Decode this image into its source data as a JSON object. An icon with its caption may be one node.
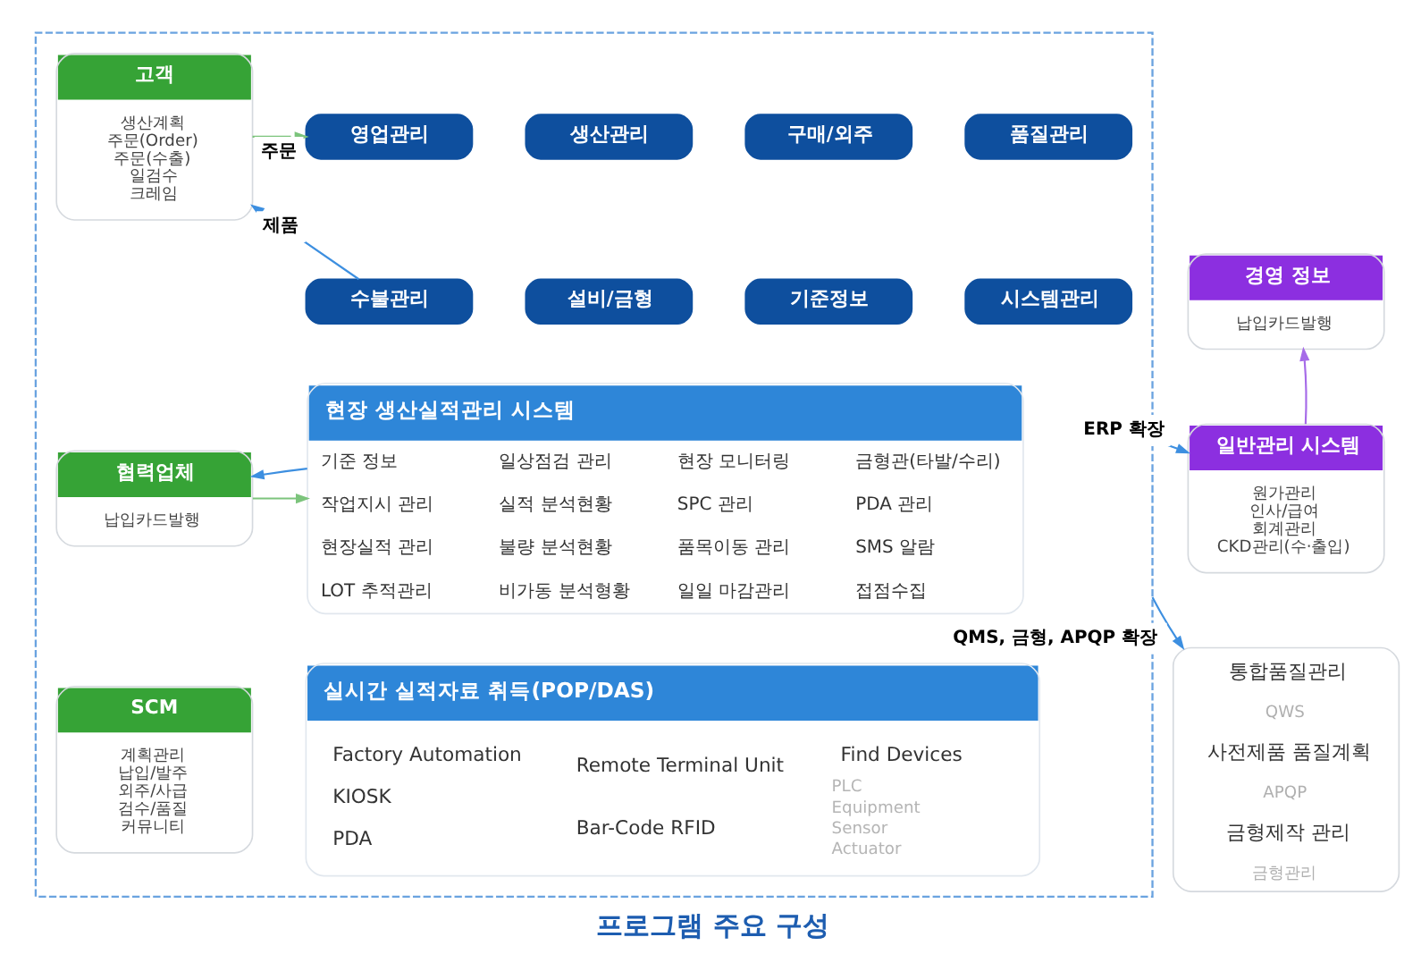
{
  "diagram": {
    "caption": "프로그램 주요 구성",
    "nodes": [
      {
        "text": [],
        "shape": "box"
      },
      {
        "text": [
          "고객",
          "생산계획",
          "주문(Order)",
          "주문(수출)",
          "일검수",
          "크레임"
        ],
        "in": 0
      },
      {
        "text": [
          "협력업체",
          "납입카드발행"
        ],
        "in": 0
      },
      {
        "text": [
          "SCM",
          "계획관리",
          "납입/발주",
          "외주/사급",
          "검수/품질",
          "커뮤니티"
        ],
        "in": 0
      },
      {
        "text": [
          "영업관리"
        ],
        "in": 0
      },
      {
        "text": [
          "생산관리"
        ],
        "in": 0
      },
      {
        "text": [
          "구매/외주"
        ],
        "in": 0
      },
      {
        "text": [
          "품질관리"
        ],
        "in": 0
      },
      {
        "text": [
          "수불관리"
        ],
        "in": 0
      },
      {
        "text": [
          "설비/금형"
        ],
        "in": 0
      },
      {
        "text": [
          "기준정보"
        ],
        "in": 0
      },
      {
        "text": [
          "시스템관리"
        ],
        "in": 0
      },
      {
        "text": [
          "현장 생산실적관리 시스템",
          "기준 정보",
          "일상점검 관리",
          "현장 모니터링",
          "금형관(타발/수리)",
          "작업지시 관리",
          "실적 분석현황",
          "SPC 관리",
          "PDA 관리",
          "현장실적 관리",
          "불량 분석현황",
          "품목이동 관리",
          "SMS 알람",
          "LOT 추적관리",
          "비가동 분석형황",
          "일일 마감관리",
          "접점수집"
        ],
        "in": 0
      },
      {
        "text": [
          "실시간 실적자료 취득(POP/DAS)",
          "Factory Automation",
          "KIOSK",
          "PDA",
          "Remote Terminal Unit",
          "Bar-Code RFID",
          "Find Devices",
          "PLC",
          "Equipment",
          "Sensor",
          "Actuator"
        ],
        "in": 0
      },
      {
        "text": [
          "경영 정보",
          "납입카드발행"
        ]
      },
      {
        "text": [
          "일반관리 시스템",
          "원가관리",
          "인사/급여",
          "회계관리",
          "CKD관리(수·출입)"
        ]
      },
      {
        "text": [
          "통합품질관리",
          "QWS",
          "사전제품 품질계획",
          "APQP",
          "금형제작 관리",
          "금형관리"
        ]
      }
    ],
    "edges": [
      {
        "from": 1,
        "to": 4,
        "arrow": "to",
        "label": "주문",
        "color": "#7cc47c"
      },
      {
        "from": 8,
        "to": 1,
        "arrow": "to",
        "label": "제품"
      },
      {
        "from": 2,
        "to": 12,
        "arrow": "to",
        "color": "#7cc47c"
      },
      {
        "from": 12,
        "to": 2,
        "arrow": "to"
      },
      {
        "from": 15,
        "to": 14,
        "arrow": "to",
        "color": "#a66be8"
      },
      {
        "from": 0,
        "to": 15,
        "arrow": "to",
        "label": "ERP 확장"
      },
      {
        "from": 0,
        "to": 16,
        "arrow": "to",
        "label": "QMS, 금형, APQP 확장"
      }
    ]
  }
}
